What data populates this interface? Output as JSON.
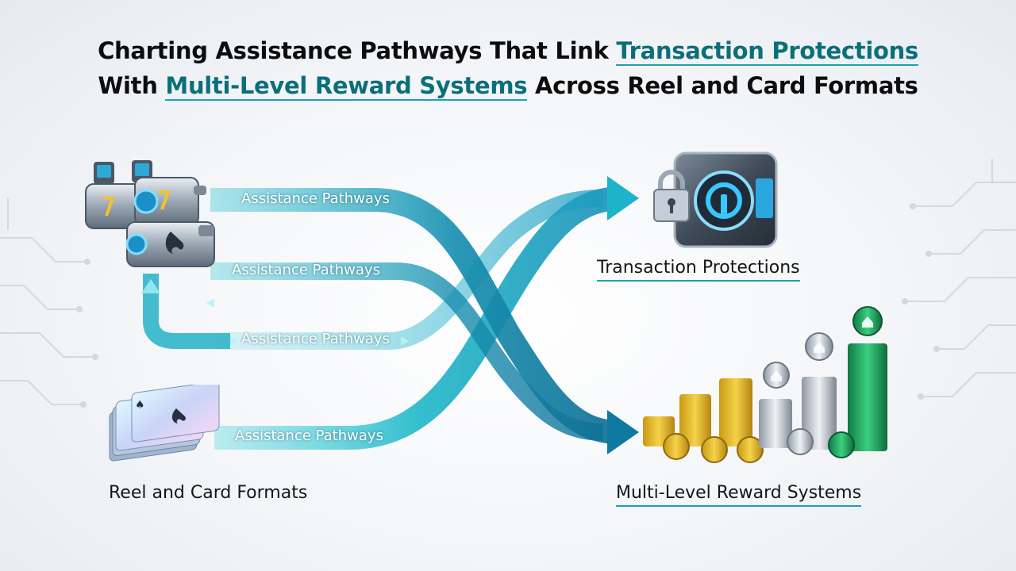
{
  "title": {
    "line1_a": "Charting Assistance Pathways That Link ",
    "line1_hl": "Transaction Protections",
    "line2_a": "With ",
    "line2_hl": "Multi-Level Reward Systems",
    "line2_b": " Across Reel and Card Formats"
  },
  "pathways": [
    {
      "label": "Assistance Pathways"
    },
    {
      "label": "Assistance Pathways"
    },
    {
      "label": "Assistance Pathways"
    },
    {
      "label": "Assistance Pathways"
    }
  ],
  "nodes": {
    "source": {
      "label": "Reel and Card Formats"
    },
    "protection": {
      "label": "Transaction Protections"
    },
    "rewards": {
      "label": "Multi-Level Reward Systems"
    }
  },
  "colors": {
    "accent": "#1aa3b1",
    "title_highlight": "#0b6f7a",
    "pathway_light": "#3fd3dd",
    "pathway_dark": "#0f6f95"
  }
}
